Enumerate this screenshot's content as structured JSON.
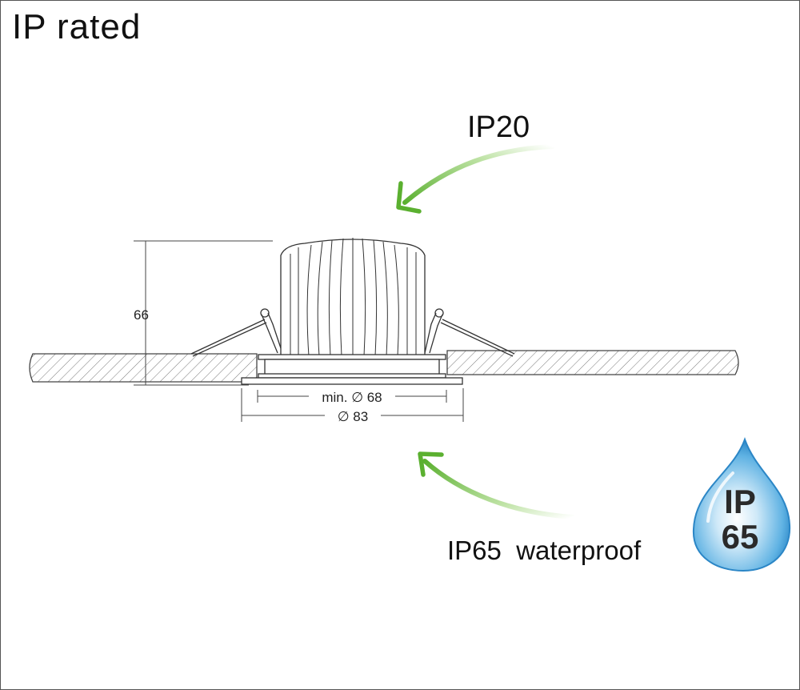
{
  "title": "IP rated",
  "labels": {
    "ip_top": "IP20",
    "ip_bottom": "IP65  waterproof",
    "height_dim": "66",
    "min_diameter": "min. ∅ 68",
    "outer_diameter": "∅ 83"
  },
  "badge": {
    "line1": "IP",
    "line2": "65"
  },
  "colors": {
    "arrow_green": "#5bb030",
    "drop_blue": "#3f9fd8",
    "line": "#333333"
  }
}
